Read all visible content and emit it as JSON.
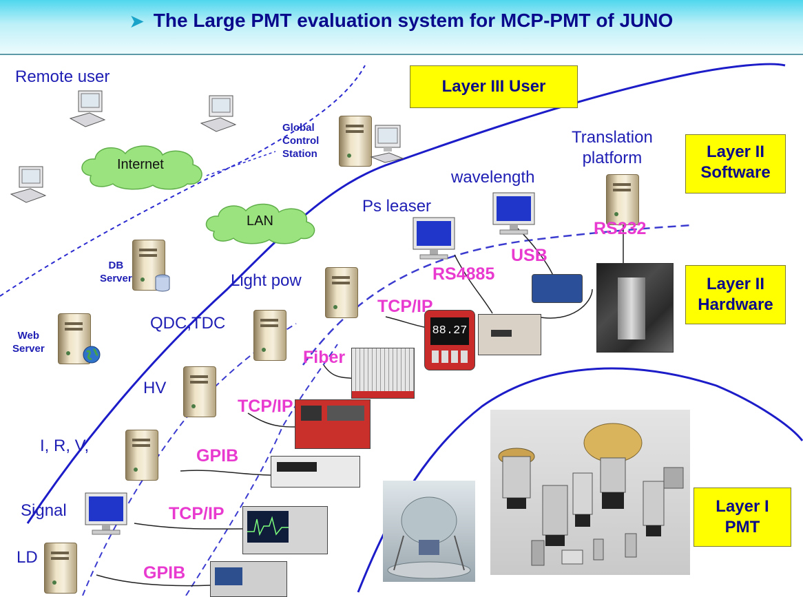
{
  "title": "The Large PMT evaluation system for MCP-PMT of JUNO",
  "layers": {
    "layer3": "Layer III  User",
    "layer2_software_line1": "Layer II",
    "layer2_software_line2": "Software",
    "layer2_hardware_line1": "Layer II",
    "layer2_hardware_line2": "Hardware",
    "layer1_line1": "Layer I",
    "layer1_line2": "PMT"
  },
  "labels": {
    "remote_user": "Remote user",
    "internet": "Internet",
    "lan": "LAN",
    "global_control_1": "Global",
    "global_control_2": "Control",
    "global_control_3": "Station",
    "db_server_1": "DB",
    "db_server_2": "Server",
    "web_server_1": "Web",
    "web_server_2": "Server",
    "translation_1": "Translation",
    "translation_2": "platform",
    "wavelength": "wavelength",
    "ps_leaser": "Ps leaser",
    "light_pow": "Light pow",
    "qdc_tdc": "QDC,TDC",
    "hv": "HV",
    "irv": "I, R, V,",
    "signal": "Signal",
    "ld": "LD"
  },
  "connections": {
    "rs232": "RS232",
    "usb": "USB",
    "rs4885": "RS4885",
    "tcpip_light": "TCP/IP",
    "fiber": "Fiber",
    "tcpip_hv": "TCP/IP",
    "gpib_irv": "GPIB",
    "tcpip_signal": "TCP/IP",
    "gpib_ld": "GPIB"
  },
  "instruments": {
    "power_meter_reading": "88.27"
  },
  "colors": {
    "label_blue": "#1e1eb4",
    "connection_magenta": "#e93ad0",
    "layer_box_yellow": "#ffff00",
    "boundary_line": "#1c1cc8",
    "cloud_green": "#9be37f"
  }
}
